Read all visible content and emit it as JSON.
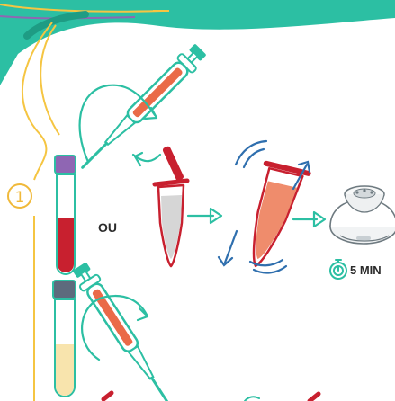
{
  "step": {
    "number": "1"
  },
  "labels": {
    "or": "OU",
    "timer": "5 MIN"
  },
  "colors": {
    "teal": "#2cbfa3",
    "yellow": "#f5c542",
    "red": "#c8202f",
    "orange": "#ea6a48",
    "salmon": "#ef8c6c",
    "purple": "#8f66b3",
    "slate": "#5d6b7d",
    "blue": "#2f6fae",
    "plasma": "#f8e4ad"
  }
}
